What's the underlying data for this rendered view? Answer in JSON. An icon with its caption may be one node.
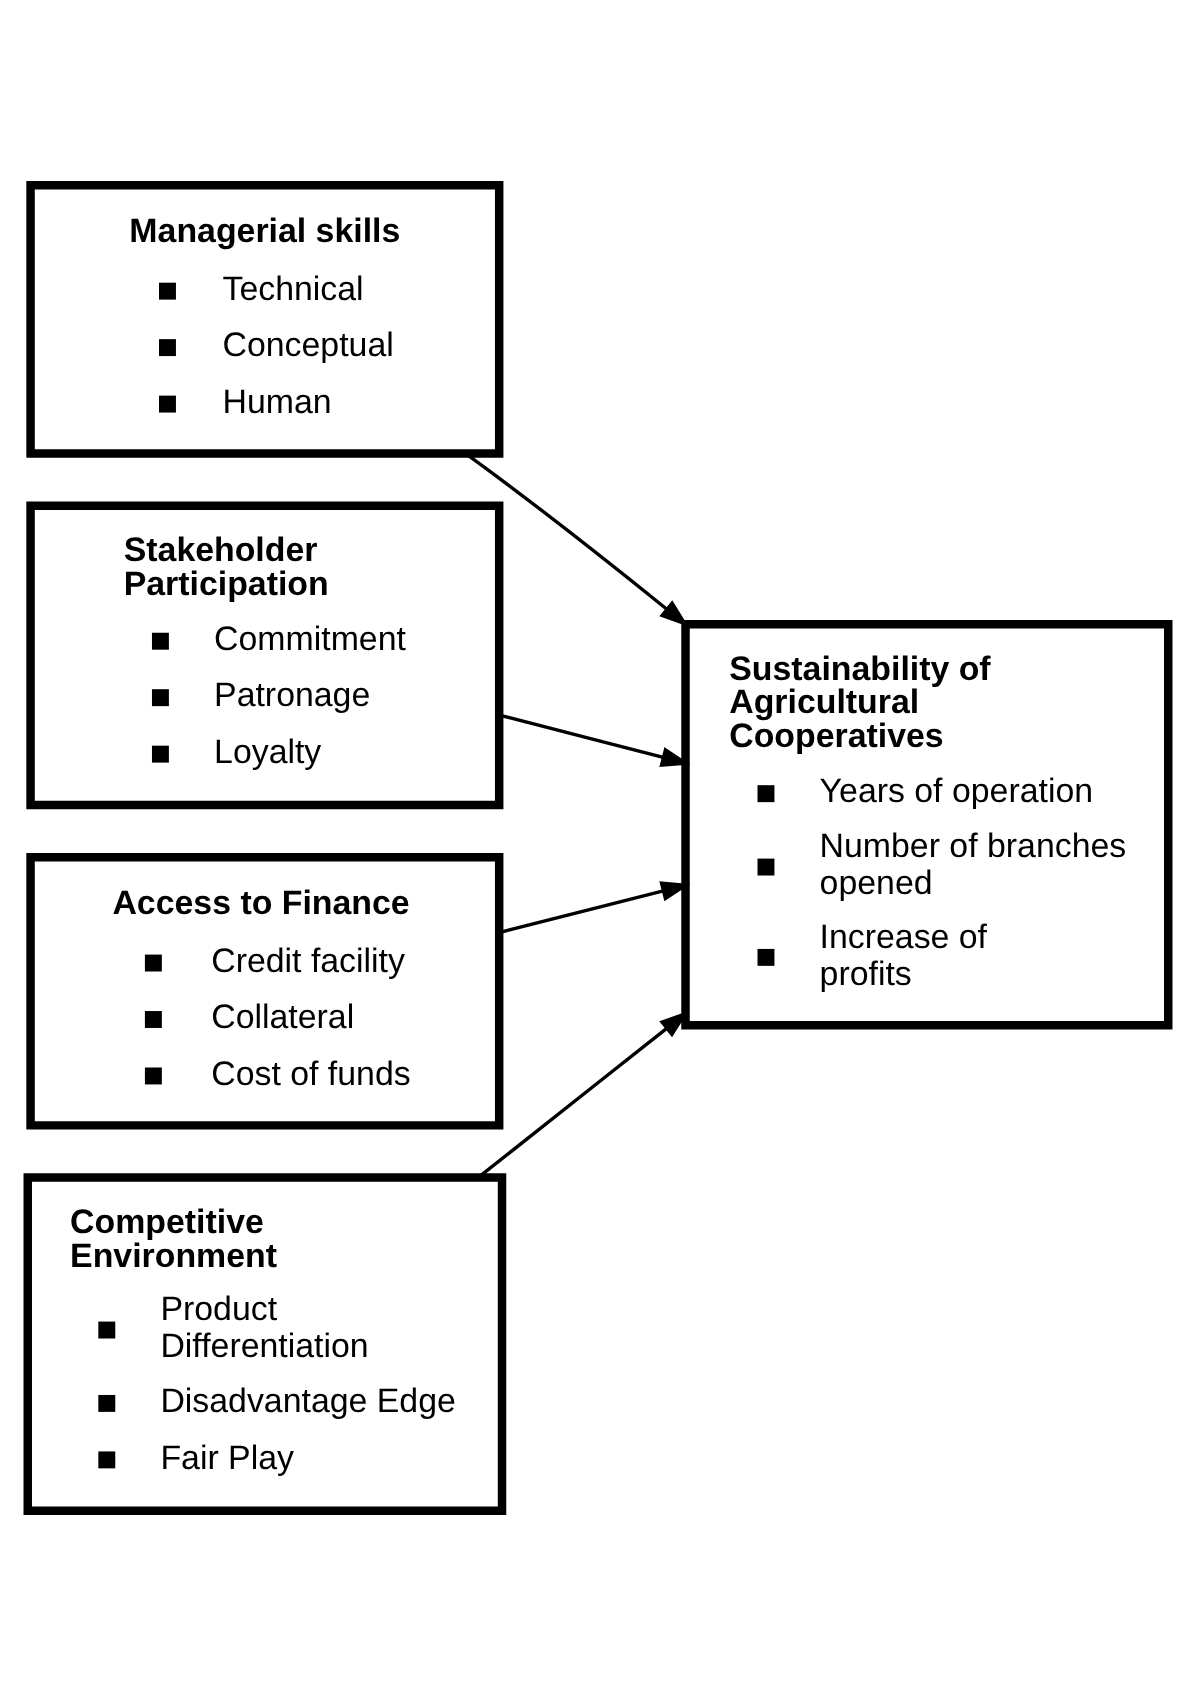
{
  "diagram": {
    "nodes": [
      {
        "text": [
          "Managerial skills",
          "Technical",
          "Conceptual",
          "Human"
        ]
      },
      {
        "text": [
          "Stakeholder Participation",
          "Commitment",
          "Patronage",
          "Loyalty"
        ]
      },
      {
        "text": [
          "Access to Finance",
          "Credit facility",
          "Collateral",
          "Cost of funds"
        ]
      },
      {
        "text": [
          "Competitive Environment",
          "Product Differentiation",
          "Disadvantage Edge",
          "Fair Play"
        ]
      },
      {
        "text": [
          "Sustainability of Agricultural Cooperatives",
          "Years of operation",
          "Number of branches opened",
          "Increase of profits"
        ]
      }
    ],
    "edges": [
      {
        "from": 0,
        "to": 4,
        "arrow": "to"
      },
      {
        "from": 1,
        "to": 4,
        "arrow": "to"
      },
      {
        "from": 2,
        "to": 4,
        "arrow": "to"
      },
      {
        "from": 3,
        "to": 4,
        "arrow": "to"
      }
    ]
  }
}
